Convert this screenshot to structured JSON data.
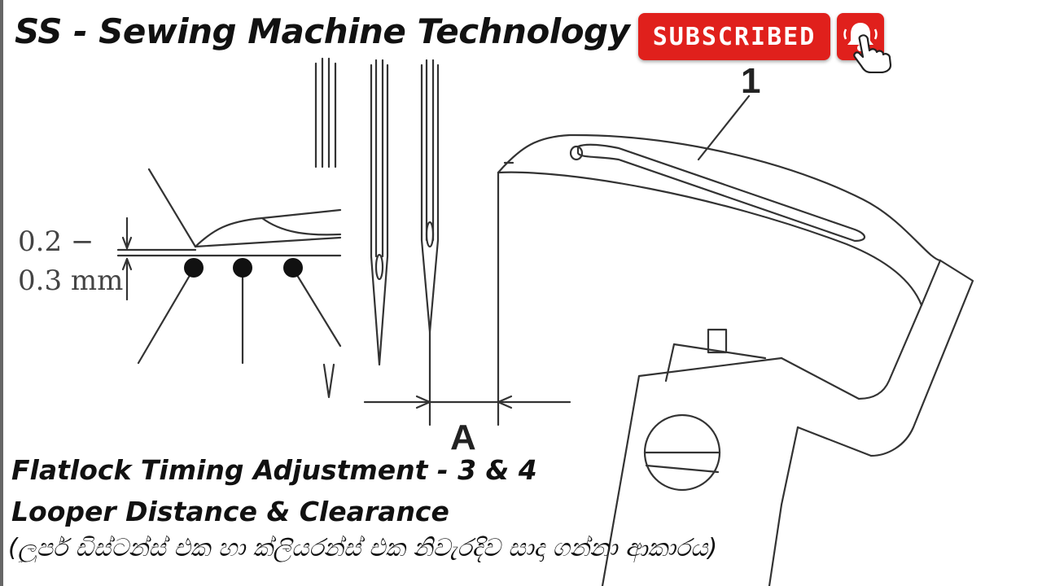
{
  "header": {
    "channel_title": "SS - Sewing Machine Technology",
    "subscribe_label": "SUBSCRIBED"
  },
  "diagram": {
    "gap_value_top": "0.2 −",
    "gap_value_bottom": "0.3 mm",
    "label_1": "1",
    "label_a": "A",
    "label_v": "V"
  },
  "captions": {
    "line1": "Flatlock Timing Adjustment - 3 & 4",
    "line2": "Looper Distance & Clearance",
    "line3": "(ලුපර් ඩිස්ටන්ස් එක හා ක්ලියරන්ස් එක නිවැරදිව සාදා ගන්නා ආකාරය)"
  },
  "colors": {
    "subscribe_red": "#e0201c",
    "line_color": "#333333"
  },
  "icons": [
    "bell-icon",
    "hand-pointer-icon"
  ]
}
